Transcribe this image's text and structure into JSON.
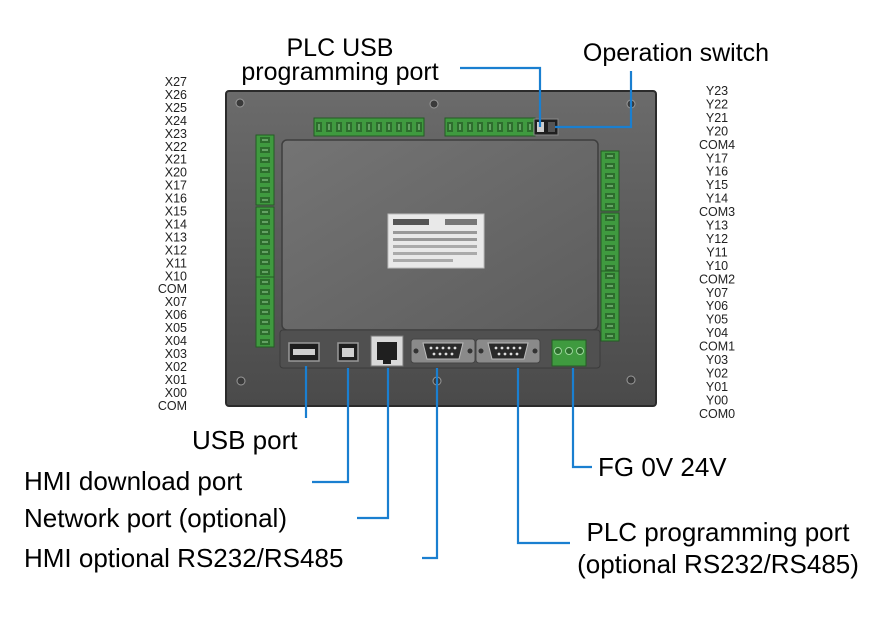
{
  "colors": {
    "callout_line": "#1a7fd0",
    "terminal_green": "#3f9a3f",
    "panel_grey": "#5a5a5a"
  },
  "callouts": {
    "plc_usb_line1": "PLC USB",
    "plc_usb_line2": "programming port",
    "operation_switch": "Operation switch",
    "usb_port": "USB port",
    "hmi_download_port": "HMI download port",
    "network_port": "Network port (optional)",
    "hmi_rs232_rs485": "HMI optional RS232/RS485",
    "fg_0v_24v": "FG 0V 24V",
    "plc_programming_port_line1": "PLC programming port",
    "plc_programming_port_line2": "(optional RS232/RS485)"
  },
  "inputs": [
    "X27",
    "X26",
    "X25",
    "X24",
    "X23",
    "X22",
    "X21",
    "X20",
    "X17",
    "X16",
    "X15",
    "X14",
    "X13",
    "X12",
    "X11",
    "X10",
    "COM",
    "X07",
    "X06",
    "X05",
    "X04",
    "X03",
    "X02",
    "X01",
    "X00",
    "COM"
  ],
  "outputs": [
    "Y23",
    "Y22",
    "Y21",
    "Y20",
    "COM4",
    "Y17",
    "Y16",
    "Y15",
    "Y14",
    "COM3",
    "Y13",
    "Y12",
    "Y11",
    "Y10",
    "COM2",
    "Y07",
    "Y06",
    "Y05",
    "Y04",
    "COM1",
    "Y03",
    "Y02",
    "Y01",
    "Y00",
    "COM0"
  ],
  "icons": [
    "usb-port-icon",
    "rj45-port-icon",
    "db9-port-icon",
    "screw-icon",
    "terminal-block-icon"
  ]
}
